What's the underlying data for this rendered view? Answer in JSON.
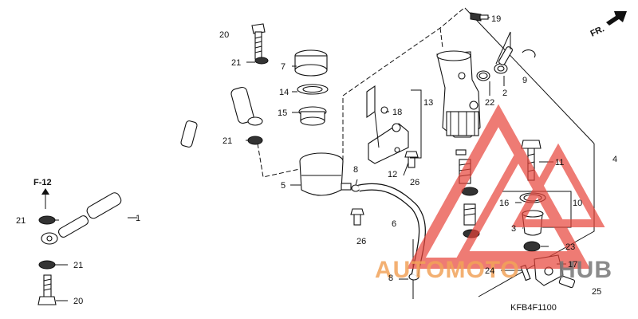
{
  "direction_label": "FR.",
  "section_ref": "F-12",
  "diagram_code": "KFB4F1100",
  "watermark": {
    "text_left": "AUTOMOTO",
    "text_right": "HUB",
    "color_left": "#f2a35a",
    "color_right": "#777777",
    "triangle_color": "#e8443a"
  },
  "callouts": {
    "c1": "1",
    "c2": "2",
    "c3": "3",
    "c4": "4",
    "c5": "5",
    "c6": "6",
    "c7": "7",
    "c8a": "8",
    "c8b": "8",
    "c9": "9",
    "c10": "10",
    "c11": "11",
    "c12": "12",
    "c13": "13",
    "c14": "14",
    "c15": "15",
    "c16": "16",
    "c17": "17",
    "c18": "18",
    "c19": "19",
    "c20a": "20",
    "c20b": "20",
    "c21a": "21",
    "c21b": "21",
    "c21c": "21",
    "c21d": "21",
    "c22": "22",
    "c23": "23",
    "c24": "24",
    "c25": "25",
    "c26a": "26",
    "c26b": "26"
  }
}
